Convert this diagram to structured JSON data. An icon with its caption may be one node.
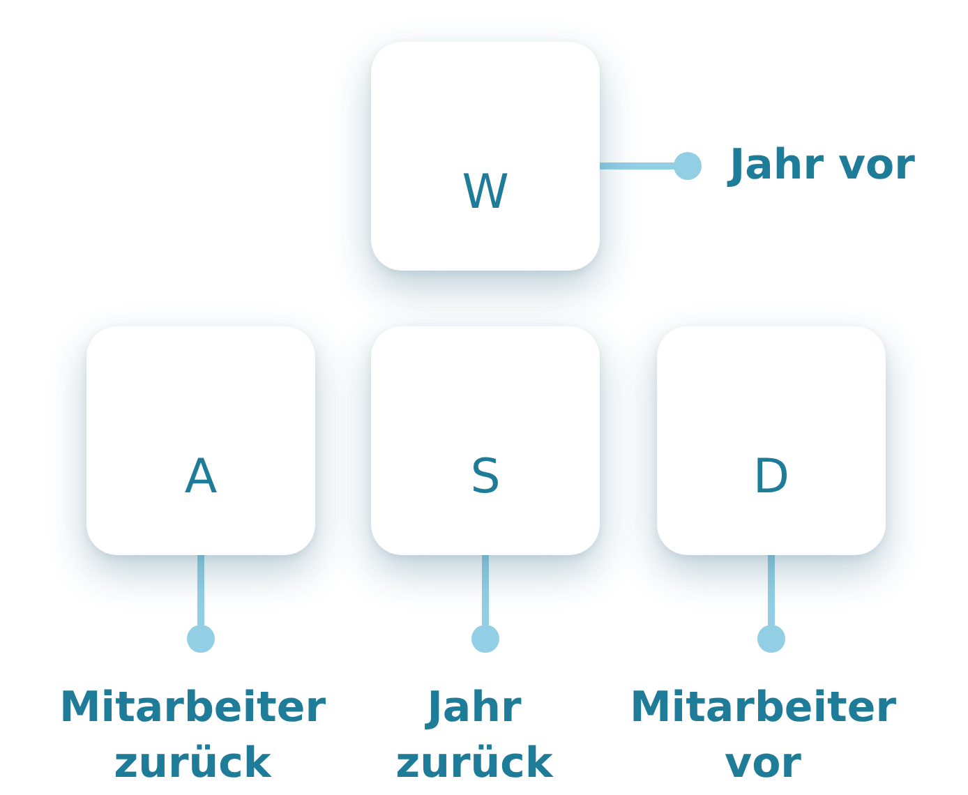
{
  "diagram": {
    "nodes": [
      {
        "text": [
          "W"
        ]
      },
      {
        "text": [
          "Jahr vor"
        ]
      },
      {
        "text": [
          "A"
        ]
      },
      {
        "text": [
          "S"
        ]
      },
      {
        "text": [
          "D"
        ]
      },
      {
        "text": [
          "Mitarbeiter zurück"
        ]
      },
      {
        "text": [
          "Jahr zurück"
        ]
      },
      {
        "text": [
          "Mitarbeiter vor"
        ]
      }
    ],
    "edges": [
      {
        "from": 0,
        "to": 1,
        "arrow": "other"
      },
      {
        "from": 2,
        "to": 5,
        "arrow": "other"
      },
      {
        "from": 3,
        "to": 6,
        "arrow": "other"
      },
      {
        "from": 4,
        "to": 7,
        "arrow": "other"
      }
    ]
  }
}
